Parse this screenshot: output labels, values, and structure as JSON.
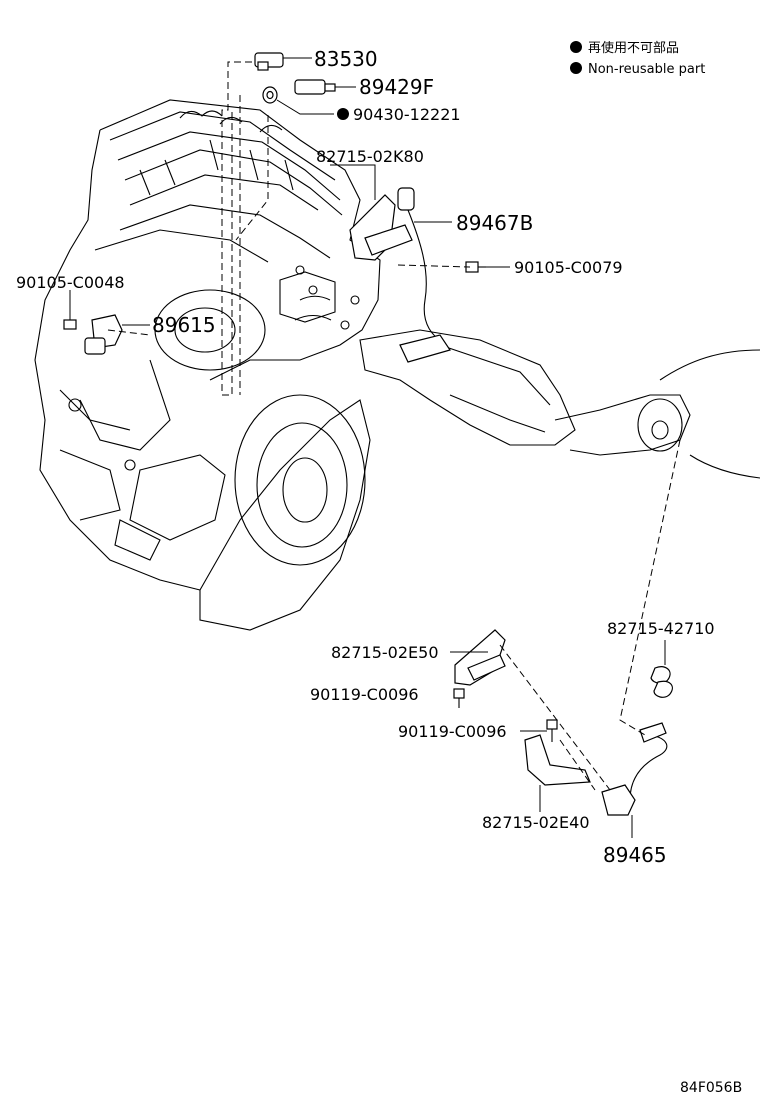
{
  "legend": {
    "marker_color": "#000000",
    "line_ja": "再使用不可部品",
    "line_en": "Non-reusable part"
  },
  "parts": {
    "p83530": "83530",
    "p89429F": "89429F",
    "p90430": "90430-12221",
    "p82715_02K80": "82715-02K80",
    "p89467B": "89467B",
    "p90105_C0079": "90105-C0079",
    "p90105_C0048": "90105-C0048",
    "p89615": "89615",
    "p82715_42710": "82715-42710",
    "p82715_02E50": "82715-02E50",
    "p90119_C0096_a": "90119-C0096",
    "p90119_C0096_b": "90119-C0096",
    "p82715_02E40": "82715-02E40",
    "p89465": "89465"
  },
  "non_reusable": [
    "90430-12221"
  ],
  "diagram_code": "84F056B"
}
